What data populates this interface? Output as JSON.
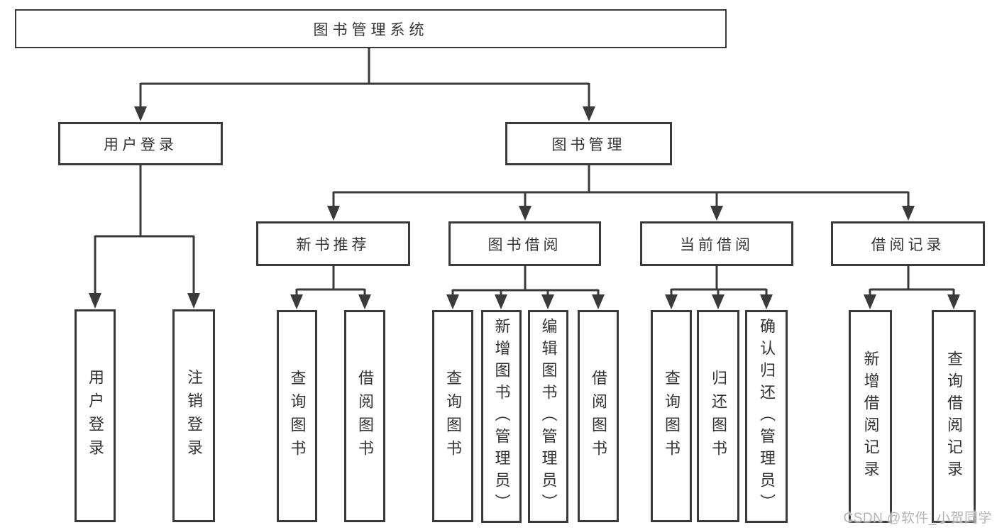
{
  "diagram": {
    "type": "tree",
    "nodes": {
      "root": "图书管理系统",
      "user_login": "用户登录",
      "book_management": "图书管理",
      "login": "用户登录",
      "logout": "注销登录",
      "new_book_recommend": "新书推荐",
      "book_borrow": "图书借阅",
      "current_borrow": "当前借阅",
      "borrow_records": "借阅记录",
      "nbr_query_books": "查询图书",
      "nbr_borrow_books": "借阅图书",
      "bb_query_books": "查询图书",
      "bb_add_books_admin": "新增图书（管理员）",
      "bb_edit_books_admin": "编辑图书（管理员）",
      "bb_borrow_books": "借阅图书",
      "cb_query_books": "查询图书",
      "cb_return_books": "归还图书",
      "cb_confirm_return_admin": "确认归还（管理员）",
      "br_add_record": "新增借阅记录",
      "br_query_record": "查询借阅记录"
    },
    "hierarchy": {
      "图书管理系统": {
        "用户登录": [
          "用户登录",
          "注销登录"
        ],
        "图书管理": {
          "新书推荐": [
            "查询图书",
            "借阅图书"
          ],
          "图书借阅": [
            "查询图书",
            "新增图书（管理员）",
            "编辑图书（管理员）",
            "借阅图书"
          ],
          "当前借阅": [
            "查询图书",
            "归还图书",
            "确认归还（管理员）"
          ],
          "借阅记录": [
            "新增借阅记录",
            "查询借阅记录"
          ]
        }
      }
    }
  },
  "watermark": "CSDN @软件_小贺同学",
  "colors": {
    "line": "#3a3a3a",
    "box_border": "#3a3a3a",
    "box_fill": "#ffffff",
    "text": "#333333",
    "background": "#ffffff",
    "watermark": "#b5b5b5"
  }
}
